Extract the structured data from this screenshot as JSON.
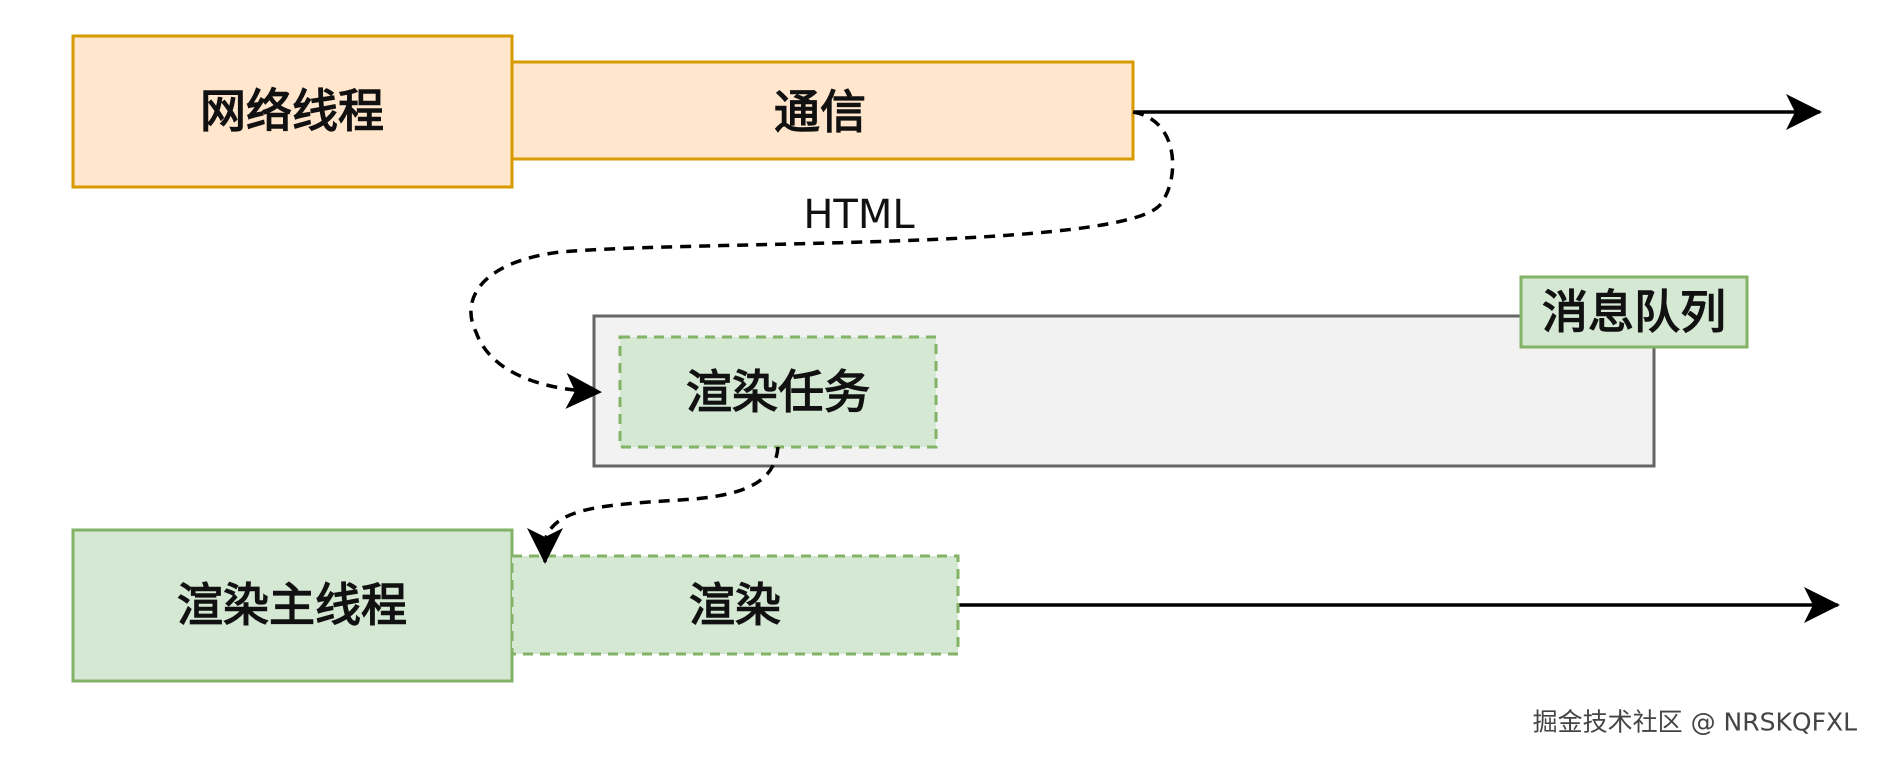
{
  "diagram": {
    "network_thread": {
      "label": "网络线程"
    },
    "communication": {
      "label": "通信"
    },
    "html_edge": {
      "label": "HTML"
    },
    "message_queue": {
      "label": "消息队列"
    },
    "render_task": {
      "label": "渲染任务"
    },
    "render_main_thread": {
      "label": "渲染主线程"
    },
    "render": {
      "label": "渲染"
    }
  },
  "watermark": {
    "text": "掘金技术社区 @ NRSKQFXL"
  },
  "colors": {
    "orange_fill": "#FFE6CC",
    "orange_stroke": "#D79B00",
    "green_fill": "#D5E8D4",
    "green_stroke": "#82B366",
    "queue_fill": "#F2F2F2",
    "queue_stroke": "#666666",
    "line": "#000000"
  }
}
